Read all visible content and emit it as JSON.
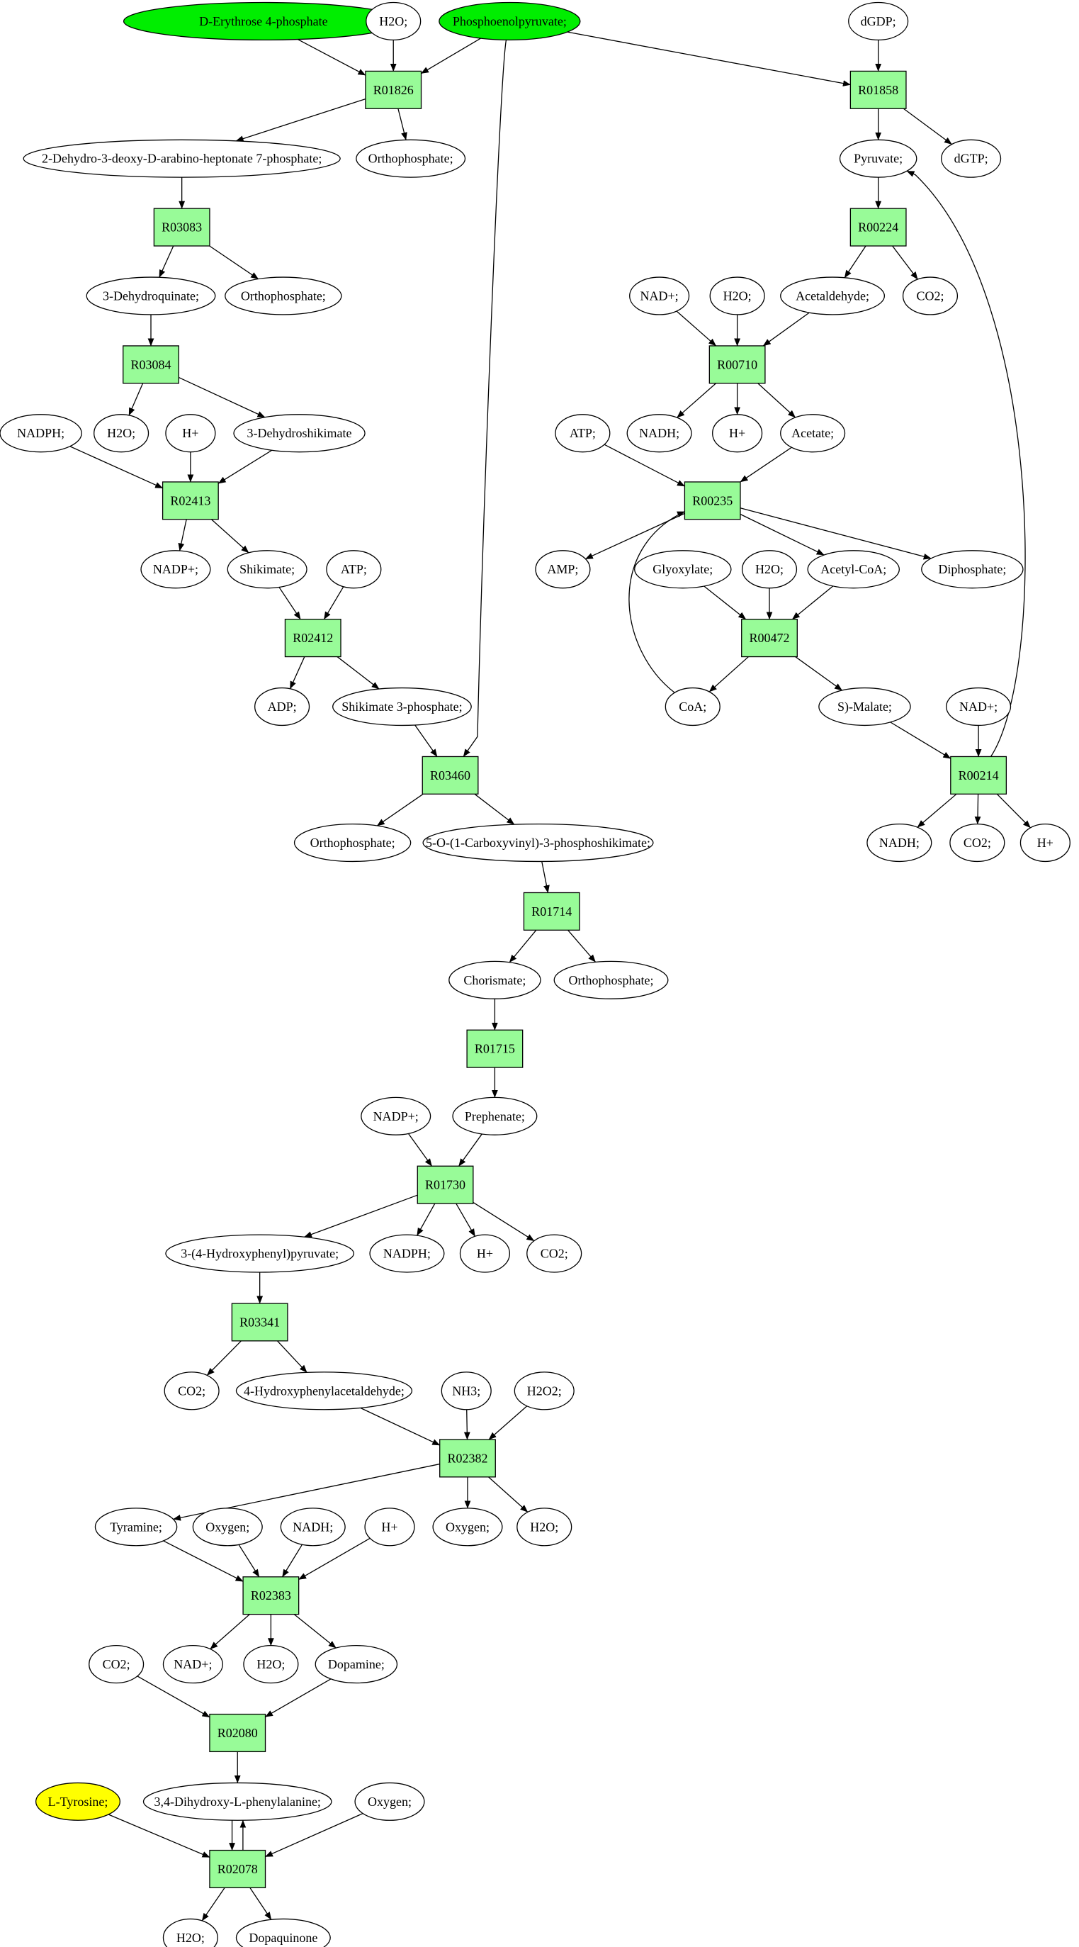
{
  "colors": {
    "reaction_fill": "#98fb98",
    "start_fill": "#00ee00",
    "target_fill": "#ffff00",
    "default_fill": "#ffffff",
    "stroke": "#000000"
  },
  "nodes": [
    {
      "id": "n1",
      "label": "D-Erythrose 4-phosphate",
      "kind": "metabolite",
      "highlight": "start"
    },
    {
      "id": "n2",
      "label": "H2O;",
      "kind": "metabolite"
    },
    {
      "id": "n3",
      "label": "Phosphoenolpyruvate;",
      "kind": "metabolite",
      "highlight": "start"
    },
    {
      "id": "n4",
      "label": "dGDP;",
      "kind": "metabolite"
    },
    {
      "id": "r01826",
      "label": "R01826",
      "kind": "reaction"
    },
    {
      "id": "r01858",
      "label": "R01858",
      "kind": "reaction"
    },
    {
      "id": "n5",
      "label": "2-Dehydro-3-deoxy-D-arabino-heptonate 7-phosphate;",
      "kind": "metabolite"
    },
    {
      "id": "n6",
      "label": "Orthophosphate;",
      "kind": "metabolite"
    },
    {
      "id": "n7",
      "label": "Pyruvate;",
      "kind": "metabolite"
    },
    {
      "id": "n8",
      "label": "dGTP;",
      "kind": "metabolite"
    },
    {
      "id": "r03083",
      "label": "R03083",
      "kind": "reaction"
    },
    {
      "id": "r00224",
      "label": "R00224",
      "kind": "reaction"
    },
    {
      "id": "n9",
      "label": "3-Dehydroquinate;",
      "kind": "metabolite"
    },
    {
      "id": "n10",
      "label": "Orthophosphate;",
      "kind": "metabolite"
    },
    {
      "id": "n11",
      "label": "NAD+;",
      "kind": "metabolite"
    },
    {
      "id": "n12",
      "label": "H2O;",
      "kind": "metabolite"
    },
    {
      "id": "n13",
      "label": "Acetaldehyde;",
      "kind": "metabolite"
    },
    {
      "id": "n14",
      "label": "CO2;",
      "kind": "metabolite"
    },
    {
      "id": "r03084",
      "label": "R03084",
      "kind": "reaction"
    },
    {
      "id": "r00710",
      "label": "R00710",
      "kind": "reaction"
    },
    {
      "id": "n15",
      "label": "NADPH;",
      "kind": "metabolite"
    },
    {
      "id": "n16",
      "label": "H2O;",
      "kind": "metabolite"
    },
    {
      "id": "n17",
      "label": "H+",
      "kind": "metabolite"
    },
    {
      "id": "n18",
      "label": "3-Dehydroshikimate",
      "kind": "metabolite"
    },
    {
      "id": "n19",
      "label": "ATP;",
      "kind": "metabolite"
    },
    {
      "id": "n20",
      "label": "NADH;",
      "kind": "metabolite"
    },
    {
      "id": "n21",
      "label": "H+",
      "kind": "metabolite"
    },
    {
      "id": "n22",
      "label": "Acetate;",
      "kind": "metabolite"
    },
    {
      "id": "r02413",
      "label": "R02413",
      "kind": "reaction"
    },
    {
      "id": "r00235",
      "label": "R00235",
      "kind": "reaction"
    },
    {
      "id": "n23",
      "label": "NADP+;",
      "kind": "metabolite"
    },
    {
      "id": "n24",
      "label": "Shikimate;",
      "kind": "metabolite"
    },
    {
      "id": "n25",
      "label": "ATP;",
      "kind": "metabolite"
    },
    {
      "id": "n26",
      "label": "AMP;",
      "kind": "metabolite"
    },
    {
      "id": "n27",
      "label": "Glyoxylate;",
      "kind": "metabolite"
    },
    {
      "id": "n28",
      "label": "H2O;",
      "kind": "metabolite"
    },
    {
      "id": "n29",
      "label": "Acetyl-CoA;",
      "kind": "metabolite"
    },
    {
      "id": "n30",
      "label": "Diphosphate;",
      "kind": "metabolite"
    },
    {
      "id": "r02412",
      "label": "R02412",
      "kind": "reaction"
    },
    {
      "id": "r00472",
      "label": "R00472",
      "kind": "reaction"
    },
    {
      "id": "n31",
      "label": "ADP;",
      "kind": "metabolite"
    },
    {
      "id": "n32",
      "label": "Shikimate 3-phosphate;",
      "kind": "metabolite"
    },
    {
      "id": "n33",
      "label": "CoA;",
      "kind": "metabolite"
    },
    {
      "id": "n34",
      "label": "S)-Malate;",
      "kind": "metabolite"
    },
    {
      "id": "n35",
      "label": "NAD+;",
      "kind": "metabolite"
    },
    {
      "id": "r03460",
      "label": "R03460",
      "kind": "reaction"
    },
    {
      "id": "r00214",
      "label": "R00214",
      "kind": "reaction"
    },
    {
      "id": "n36",
      "label": "Orthophosphate;",
      "kind": "metabolite"
    },
    {
      "id": "n37",
      "label": "5-O-(1-Carboxyvinyl)-3-phosphoshikimate;",
      "kind": "metabolite"
    },
    {
      "id": "n38",
      "label": "NADH;",
      "kind": "metabolite"
    },
    {
      "id": "n39",
      "label": "CO2;",
      "kind": "metabolite"
    },
    {
      "id": "n40",
      "label": "H+",
      "kind": "metabolite"
    },
    {
      "id": "r01714",
      "label": "R01714",
      "kind": "reaction"
    },
    {
      "id": "n41",
      "label": "Chorismate;",
      "kind": "metabolite"
    },
    {
      "id": "n42",
      "label": "Orthophosphate;",
      "kind": "metabolite"
    },
    {
      "id": "r01715",
      "label": "R01715",
      "kind": "reaction"
    },
    {
      "id": "n43",
      "label": "NADP+;",
      "kind": "metabolite"
    },
    {
      "id": "n44",
      "label": "Prephenate;",
      "kind": "metabolite"
    },
    {
      "id": "r01730",
      "label": "R01730",
      "kind": "reaction"
    },
    {
      "id": "n45",
      "label": "3-(4-Hydroxyphenyl)pyruvate;",
      "kind": "metabolite"
    },
    {
      "id": "n46",
      "label": "NADPH;",
      "kind": "metabolite"
    },
    {
      "id": "n47",
      "label": "H+",
      "kind": "metabolite"
    },
    {
      "id": "n48",
      "label": "CO2;",
      "kind": "metabolite"
    },
    {
      "id": "r03341",
      "label": "R03341",
      "kind": "reaction"
    },
    {
      "id": "n49",
      "label": "CO2;",
      "kind": "metabolite"
    },
    {
      "id": "n50",
      "label": "4-Hydroxyphenylacetaldehyde;",
      "kind": "metabolite"
    },
    {
      "id": "n51",
      "label": "NH3;",
      "kind": "metabolite"
    },
    {
      "id": "n52",
      "label": "H2O2;",
      "kind": "metabolite"
    },
    {
      "id": "r02382",
      "label": "R02382",
      "kind": "reaction"
    },
    {
      "id": "n53",
      "label": "Tyramine;",
      "kind": "metabolite"
    },
    {
      "id": "n54",
      "label": "Oxygen;",
      "kind": "metabolite"
    },
    {
      "id": "n55",
      "label": "NADH;",
      "kind": "metabolite"
    },
    {
      "id": "n56",
      "label": "H+",
      "kind": "metabolite"
    },
    {
      "id": "n57",
      "label": "Oxygen;",
      "kind": "metabolite"
    },
    {
      "id": "n58",
      "label": "H2O;",
      "kind": "metabolite"
    },
    {
      "id": "r02383",
      "label": "R02383",
      "kind": "reaction"
    },
    {
      "id": "n59",
      "label": "CO2;",
      "kind": "metabolite"
    },
    {
      "id": "n60",
      "label": "NAD+;",
      "kind": "metabolite"
    },
    {
      "id": "n61",
      "label": "H2O;",
      "kind": "metabolite"
    },
    {
      "id": "n62",
      "label": "Dopamine;",
      "kind": "metabolite"
    },
    {
      "id": "r02080",
      "label": "R02080",
      "kind": "reaction"
    },
    {
      "id": "n63",
      "label": "L-Tyrosine;",
      "kind": "metabolite",
      "highlight": "target"
    },
    {
      "id": "n64",
      "label": "3,4-Dihydroxy-L-phenylalanine;",
      "kind": "metabolite"
    },
    {
      "id": "n65",
      "label": "Oxygen;",
      "kind": "metabolite"
    },
    {
      "id": "r02078",
      "label": "R02078",
      "kind": "reaction"
    },
    {
      "id": "n66",
      "label": "H2O;",
      "kind": "metabolite"
    },
    {
      "id": "n67",
      "label": "Dopaquinone",
      "kind": "metabolite"
    }
  ],
  "edges": [
    [
      "n1",
      "r01826"
    ],
    [
      "n2",
      "r01826"
    ],
    [
      "n3",
      "r01826"
    ],
    [
      "n3",
      "r01858"
    ],
    [
      "n4",
      "r01858"
    ],
    [
      "n3",
      "r03460"
    ],
    [
      "r01826",
      "n5"
    ],
    [
      "r01826",
      "n6"
    ],
    [
      "r01858",
      "n7"
    ],
    [
      "r01858",
      "n8"
    ],
    [
      "n5",
      "r03083"
    ],
    [
      "r03083",
      "n9"
    ],
    [
      "r03083",
      "n10"
    ],
    [
      "n7",
      "r00224"
    ],
    [
      "r00224",
      "n13"
    ],
    [
      "r00224",
      "n14"
    ],
    [
      "n11",
      "r00710"
    ],
    [
      "n12",
      "r00710"
    ],
    [
      "n13",
      "r00710"
    ],
    [
      "r00710",
      "n20"
    ],
    [
      "r00710",
      "n21"
    ],
    [
      "r00710",
      "n22"
    ],
    [
      "n9",
      "r03084"
    ],
    [
      "r03084",
      "n16"
    ],
    [
      "r03084",
      "n18"
    ],
    [
      "n15",
      "r02413"
    ],
    [
      "n17",
      "r02413"
    ],
    [
      "n18",
      "r02413"
    ],
    [
      "r02413",
      "n23"
    ],
    [
      "r02413",
      "n24"
    ],
    [
      "n19",
      "r00235"
    ],
    [
      "n22",
      "r00235"
    ],
    [
      "n33",
      "r00235"
    ],
    [
      "r00235",
      "n26"
    ],
    [
      "r00235",
      "n29"
    ],
    [
      "r00235",
      "n30"
    ],
    [
      "n27",
      "r00472"
    ],
    [
      "n28",
      "r00472"
    ],
    [
      "n29",
      "r00472"
    ],
    [
      "r00472",
      "n33"
    ],
    [
      "r00472",
      "n34"
    ],
    [
      "n24",
      "r02412"
    ],
    [
      "n25",
      "r02412"
    ],
    [
      "r02412",
      "n31"
    ],
    [
      "r02412",
      "n32"
    ],
    [
      "n34",
      "r00214"
    ],
    [
      "n35",
      "r00214"
    ],
    [
      "r00214",
      "n38"
    ],
    [
      "r00214",
      "n39"
    ],
    [
      "r00214",
      "n40"
    ],
    [
      "r00214",
      "n7"
    ],
    [
      "n32",
      "r03460"
    ],
    [
      "r03460",
      "n36"
    ],
    [
      "r03460",
      "n37"
    ],
    [
      "n37",
      "r01714"
    ],
    [
      "r01714",
      "n41"
    ],
    [
      "r01714",
      "n42"
    ],
    [
      "n41",
      "r01715"
    ],
    [
      "r01715",
      "n44"
    ],
    [
      "n43",
      "r01730"
    ],
    [
      "n44",
      "r01730"
    ],
    [
      "r01730",
      "n45"
    ],
    [
      "r01730",
      "n46"
    ],
    [
      "r01730",
      "n47"
    ],
    [
      "r01730",
      "n48"
    ],
    [
      "n45",
      "r03341"
    ],
    [
      "r03341",
      "n49"
    ],
    [
      "r03341",
      "n50"
    ],
    [
      "n50",
      "r02382"
    ],
    [
      "n51",
      "r02382"
    ],
    [
      "n52",
      "r02382"
    ],
    [
      "r02382",
      "n53"
    ],
    [
      "r02382",
      "n57"
    ],
    [
      "r02382",
      "n58"
    ],
    [
      "n53",
      "r02383"
    ],
    [
      "n54",
      "r02383"
    ],
    [
      "n55",
      "r02383"
    ],
    [
      "n56",
      "r02383"
    ],
    [
      "r02383",
      "n60"
    ],
    [
      "r02383",
      "n61"
    ],
    [
      "r02383",
      "n62"
    ],
    [
      "n59",
      "r02080"
    ],
    [
      "n62",
      "r02080"
    ],
    [
      "r02080",
      "n64"
    ],
    [
      "n63",
      "r02078"
    ],
    [
      "n64",
      "r02078"
    ],
    [
      "n65",
      "r02078"
    ],
    [
      "r02078",
      "n64"
    ],
    [
      "r02078",
      "n66"
    ],
    [
      "r02078",
      "n67"
    ]
  ]
}
